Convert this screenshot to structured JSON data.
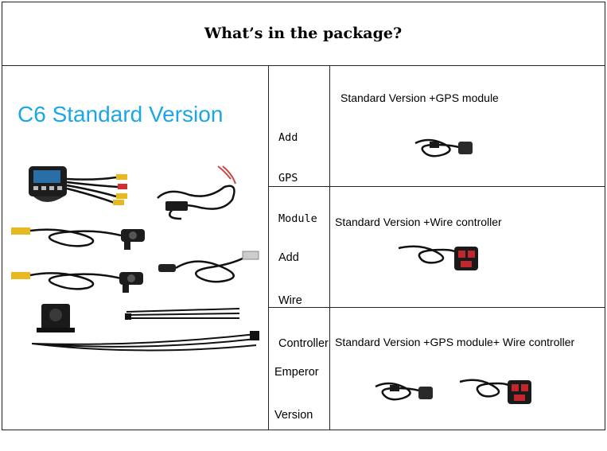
{
  "header": {
    "title": "What’s in the package?"
  },
  "standard_panel": {
    "title": "C6 Standard Version"
  },
  "rows": [
    {
      "label_lines": [
        "Add",
        "GPS",
        "Module"
      ],
      "description": "Standard Version +GPS module"
    },
    {
      "label_lines": [
        "Add",
        "Wire",
        "Controller"
      ],
      "description": "Standard Version +Wire controller"
    },
    {
      "label_lines": [
        "Emperor",
        "Version"
      ],
      "description": "Standard Version +GPS module+ Wire controller"
    }
  ],
  "colors": {
    "title_blue": "#1ba6e4",
    "controller_red": "#c0282e",
    "cable_yellow": "#e8b820",
    "cable_red": "#d03030"
  },
  "icons": [
    "dvr-unit-icon",
    "camera-icon",
    "gps-module-icon",
    "wire-controller-icon",
    "usb-cable-icon",
    "power-cable-icon",
    "cable-ties-icon"
  ]
}
